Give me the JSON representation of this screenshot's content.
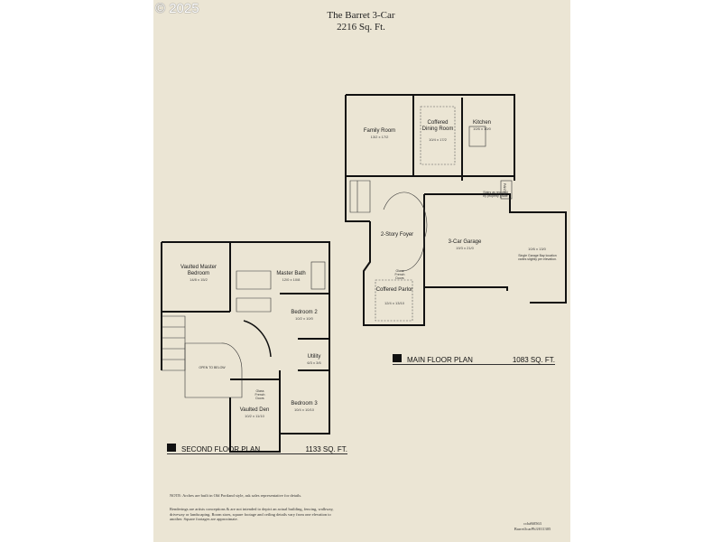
{
  "watermark": "© 2025",
  "title": "The Barret 3-Car",
  "subtitle": "2216 Sq. Ft.",
  "main_floor": {
    "label": "MAIN FLOOR PLAN",
    "sqft": "1083 SQ. FT.",
    "rooms": [
      {
        "name": "Family Room",
        "dim": "13/2 x 17/2"
      },
      {
        "name": "Coffered Dining Room",
        "dim": "10/4 x 17/2"
      },
      {
        "name": "Kitchen",
        "dim": "10/6 x 10/0"
      },
      {
        "name": "2-Story Foyer",
        "dim": ""
      },
      {
        "name": "3-Car Garage",
        "dim": "19/3 x 21/0"
      },
      {
        "name": "Coffered Parlor",
        "dim": "12/4 x 13/10"
      }
    ],
    "garage_bay_dim": "10/6 x 13/0",
    "garage_bay_note": "Single Garage Bay location varies slightly per elevation.",
    "glass_doors": "Glass French Doors",
    "stairs_note": "Stairs as required by property grade",
    "pantry": "PANTRY"
  },
  "second_floor": {
    "label": "SECOND FLOOR PLAN",
    "sqft": "1133 SQ. FT.",
    "rooms": [
      {
        "name": "Vaulted Master Bedroom",
        "dim": "14/8 x 15/2"
      },
      {
        "name": "Master Bath",
        "dim": "12/0 x 10/8"
      },
      {
        "name": "Bedroom 2",
        "dim": "10/2 x 10/0"
      },
      {
        "name": "Utility",
        "dim": "6/3 x 3/6"
      },
      {
        "name": "Bedroom 3",
        "dim": "10/4 x 10/10"
      },
      {
        "name": "Vaulted Den",
        "dim": "10/2 x 11/10"
      }
    ],
    "open_to_below": "OPEN TO BELOW",
    "glass_doors": "Glass French Doors"
  },
  "notes": {
    "arches": "NOTE: Arches are built in Old Portland style, ask sales representative for details.",
    "disclaimer": "Renderings are artists conceptions & are not intended to depict an actual building, fencing, walkway, driveway or landscaping. Room sizes, square footage and ceiling details vary from one elevation to another. Square footages are approximate.",
    "code1": "ccb#60563",
    "code2": "Barret3carPh3/011305"
  }
}
